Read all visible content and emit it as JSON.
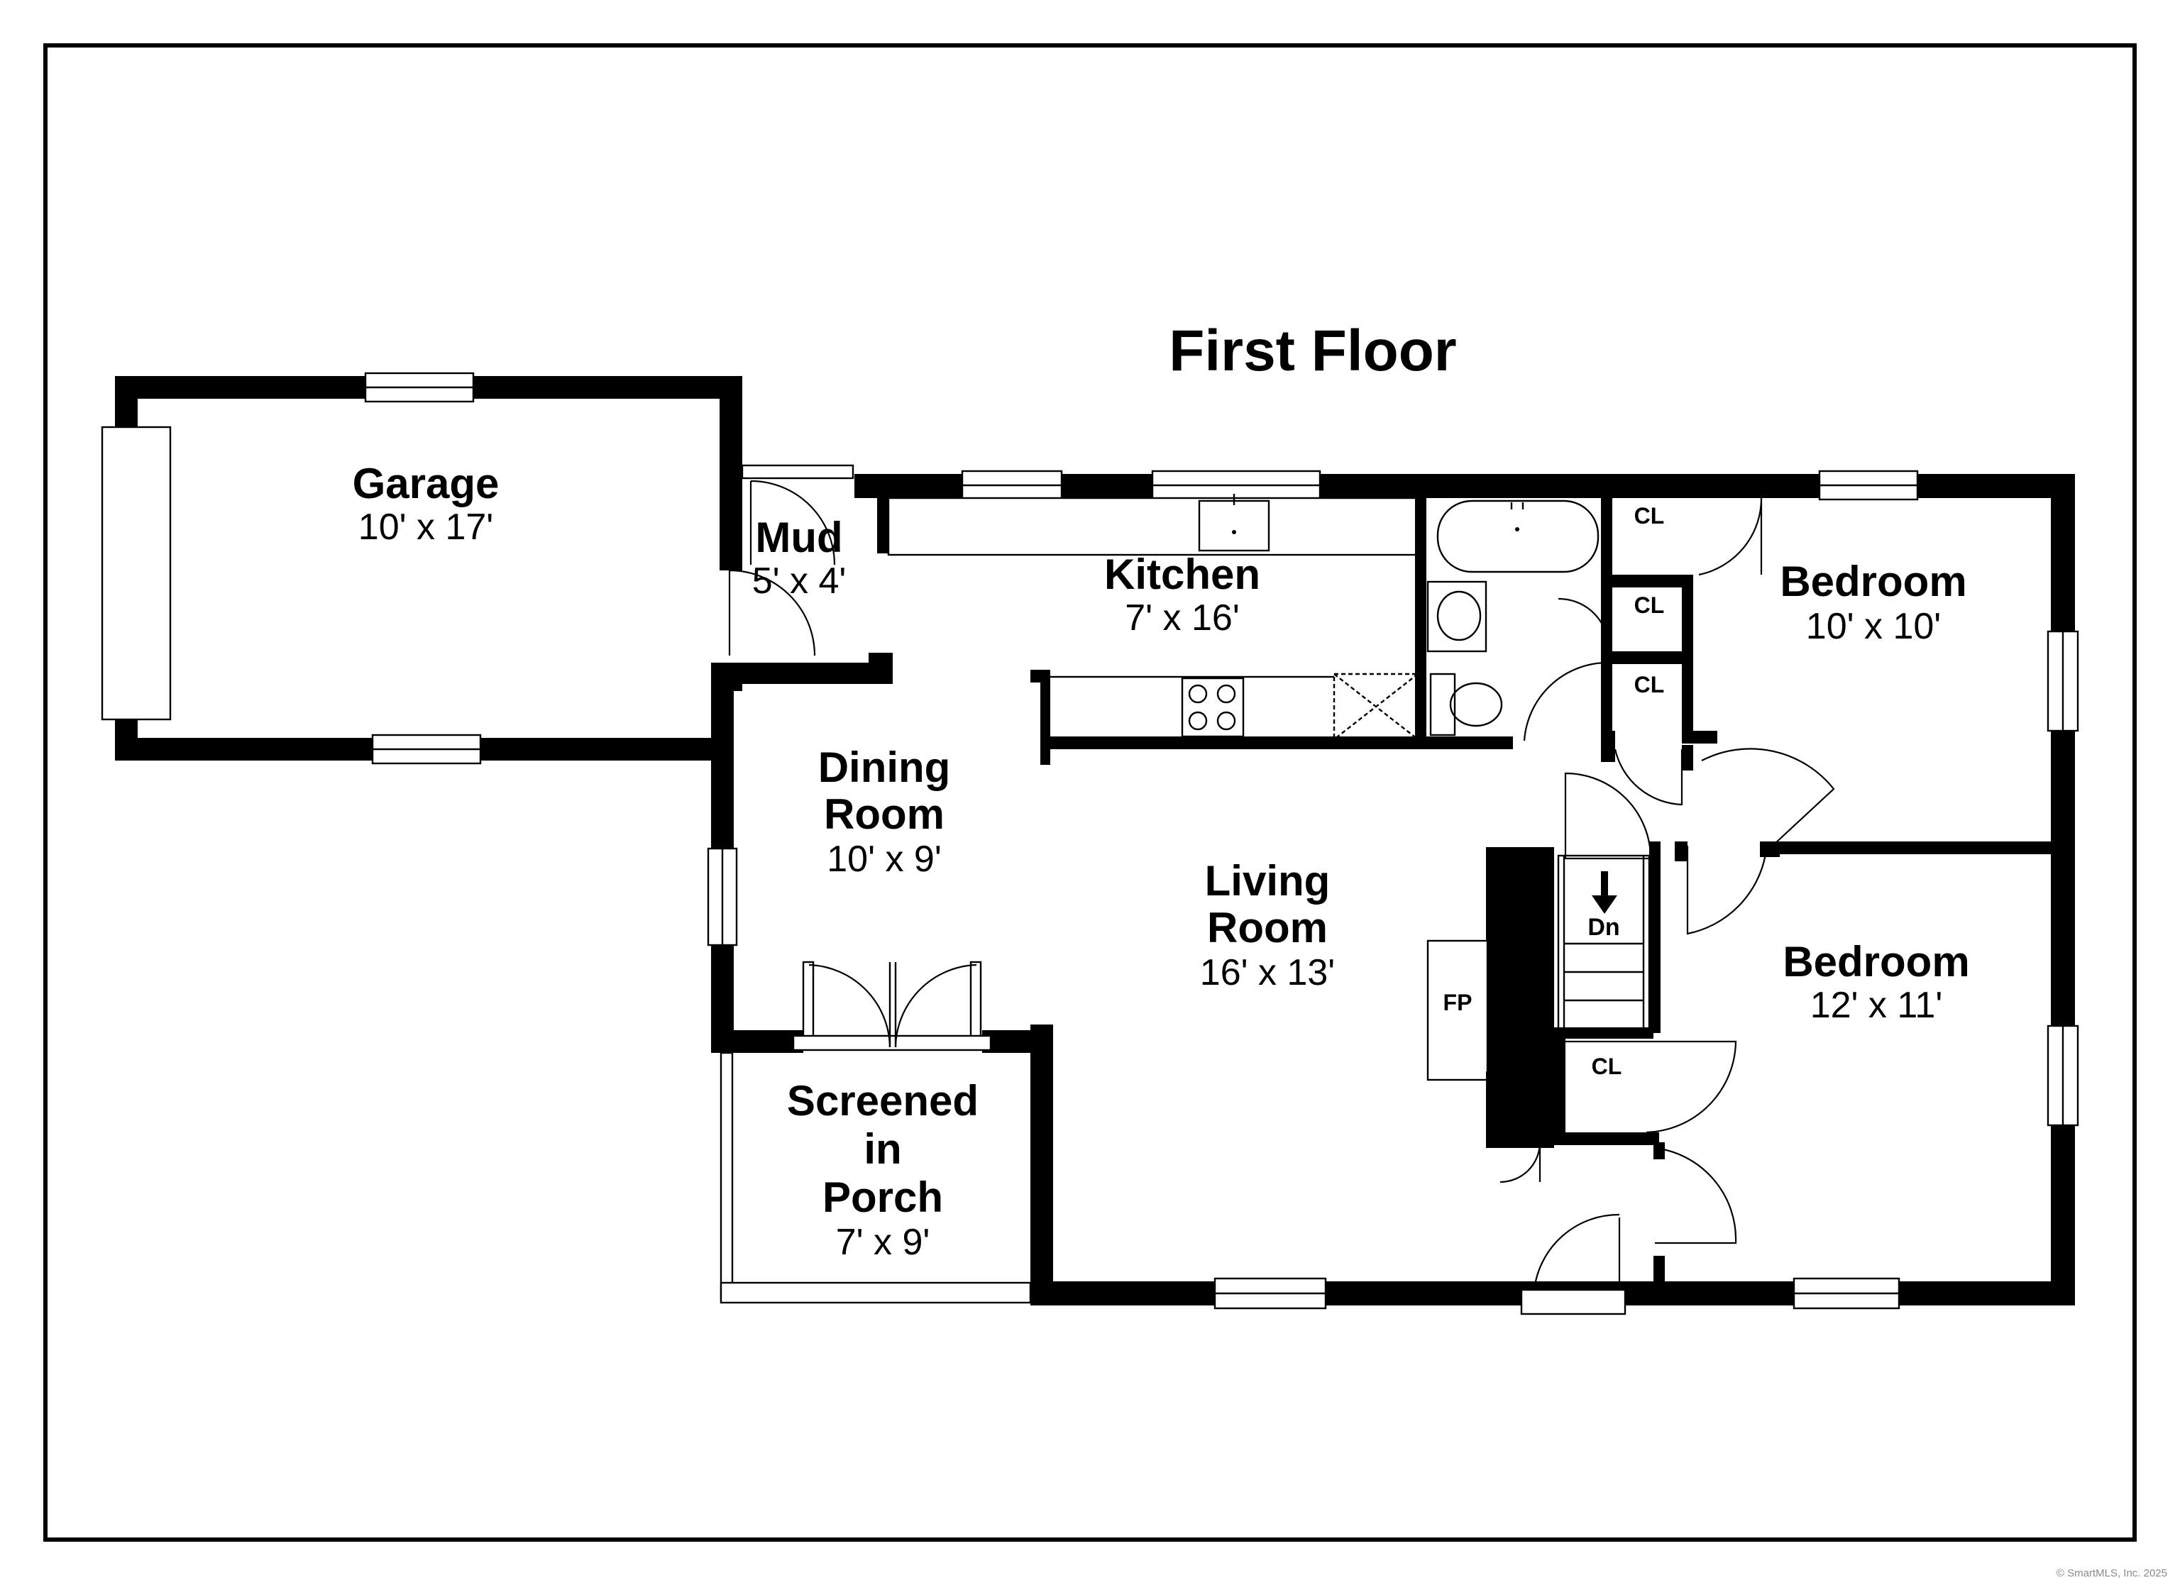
{
  "title": "First Floor",
  "rooms": {
    "garage": {
      "name": "Garage",
      "size": "10' x 17'"
    },
    "mud": {
      "name": "Mud",
      "size": "5' x 4'"
    },
    "kitchen": {
      "name": "Kitchen",
      "size": "7' x 16'"
    },
    "dining": {
      "name_line1": "Dining",
      "name_line2": "Room",
      "size": "10' x 9'"
    },
    "living": {
      "name_line1": "Living",
      "name_line2": "Room",
      "size": "16' x 13'"
    },
    "bedroom1": {
      "name": "Bedroom",
      "size": "10' x 10'"
    },
    "bedroom2": {
      "name": "Bedroom",
      "size": "12' x 11'"
    },
    "porch": {
      "name_line1": "Screened",
      "name_line2": "in",
      "name_line3": "Porch",
      "size": "7' x 9'"
    }
  },
  "labels": {
    "closet": "CL",
    "fireplace": "FP",
    "stairs_down": "Dn"
  },
  "copyright": "© SmartMLS, Inc. 2025"
}
